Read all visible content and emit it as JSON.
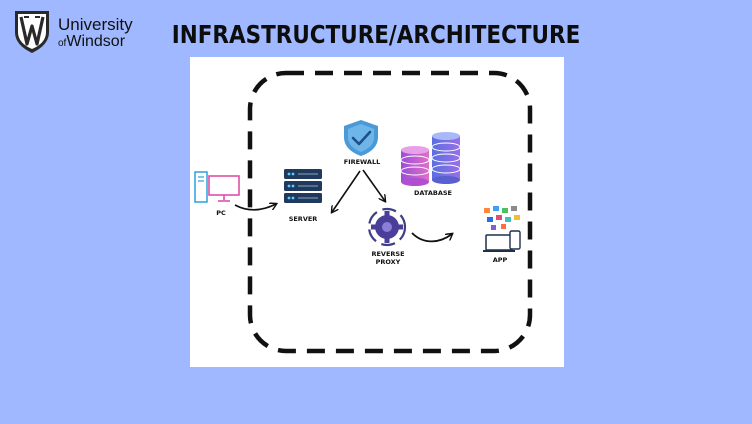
{
  "header": {
    "logo_line1": "University",
    "logo_of": "of",
    "logo_line2": "Windsor",
    "title": "INFRASTRUCTURE/ARCHITECTURE"
  },
  "diagram": {
    "nodes": {
      "pc": "PC",
      "server": "SERVER",
      "firewall": "FIREWALL",
      "database": "DATABASE",
      "reverse_proxy_line1": "REVERSE",
      "reverse_proxy_line2": "PROXY",
      "app": "APP"
    },
    "colors": {
      "background": "#9fb8ff",
      "panel": "#ffffff",
      "server": "#1f3a5c",
      "firewall": "#4a9ad8",
      "database": "#c04fd0",
      "proxy": "#3d3f88"
    }
  }
}
